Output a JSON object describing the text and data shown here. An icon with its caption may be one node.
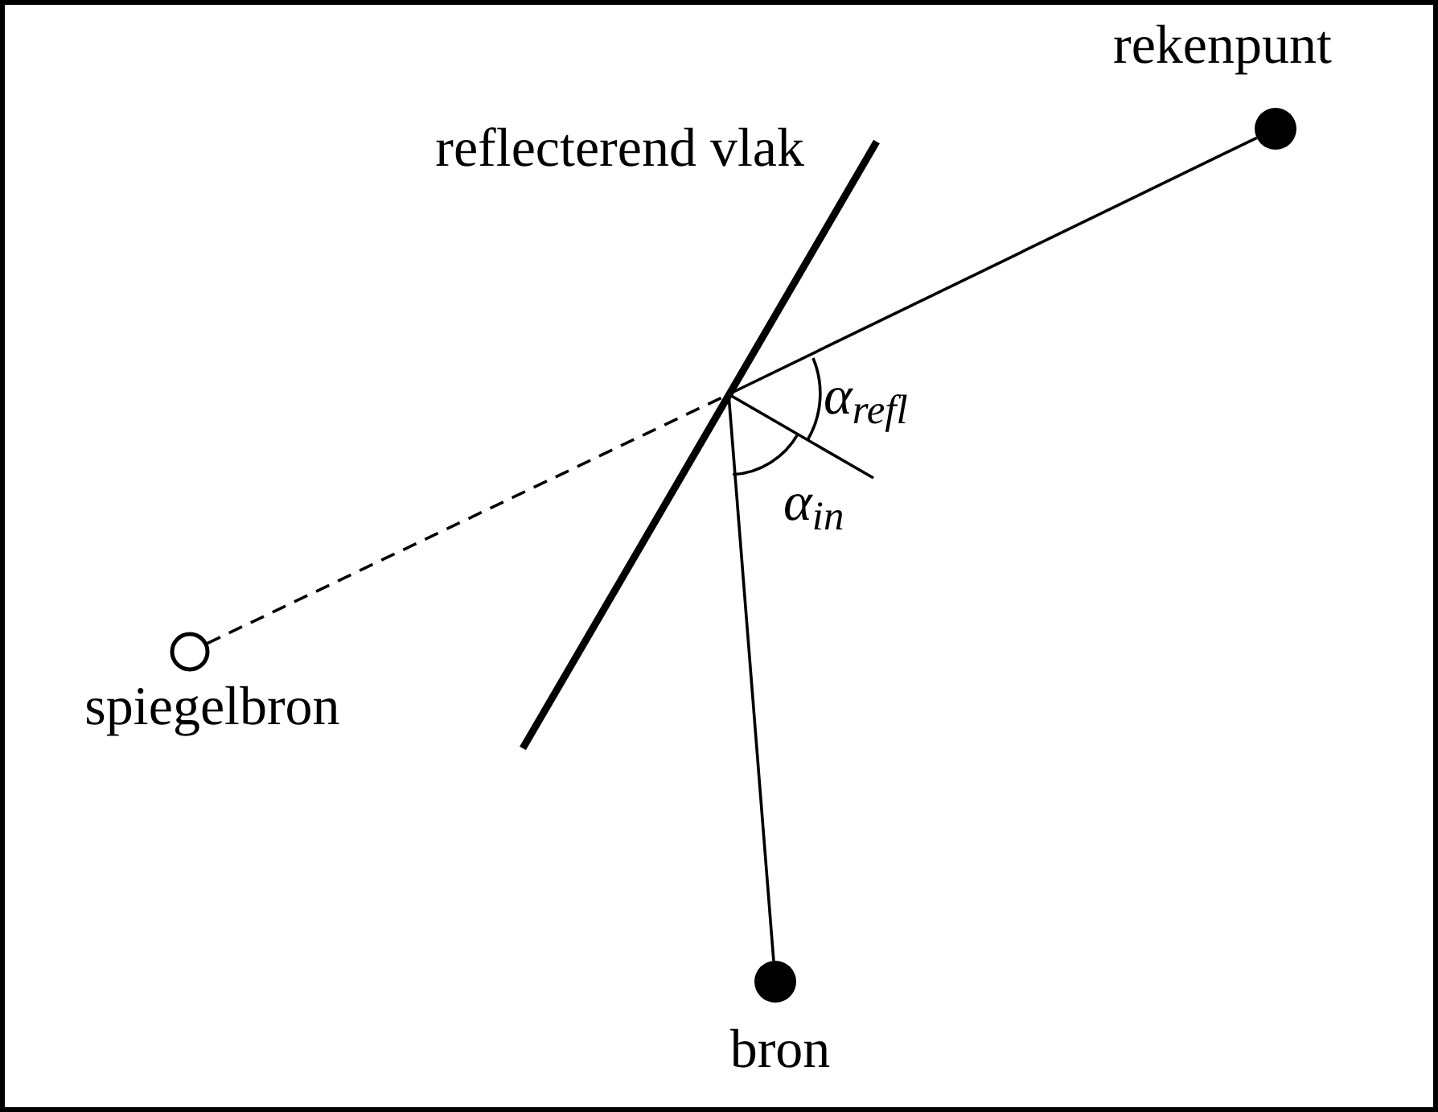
{
  "diagram": {
    "nodes": [
      {
        "text": [
          "rekenpunt"
        ]
      },
      {
        "text": [
          "reflecterend vlak"
        ]
      },
      {
        "text": [
          "spiegelbron"
        ]
      },
      {
        "text": [
          "bron"
        ]
      }
    ],
    "edges": [
      {
        "from": 3,
        "to": 1,
        "arrow": "none"
      },
      {
        "from": 1,
        "to": 0,
        "arrow": "none"
      },
      {
        "from": 2,
        "to": 1,
        "arrow": "none",
        "style": "dashed"
      }
    ],
    "labels": [
      "α$_{refl}$",
      "α$_{in}$"
    ]
  }
}
